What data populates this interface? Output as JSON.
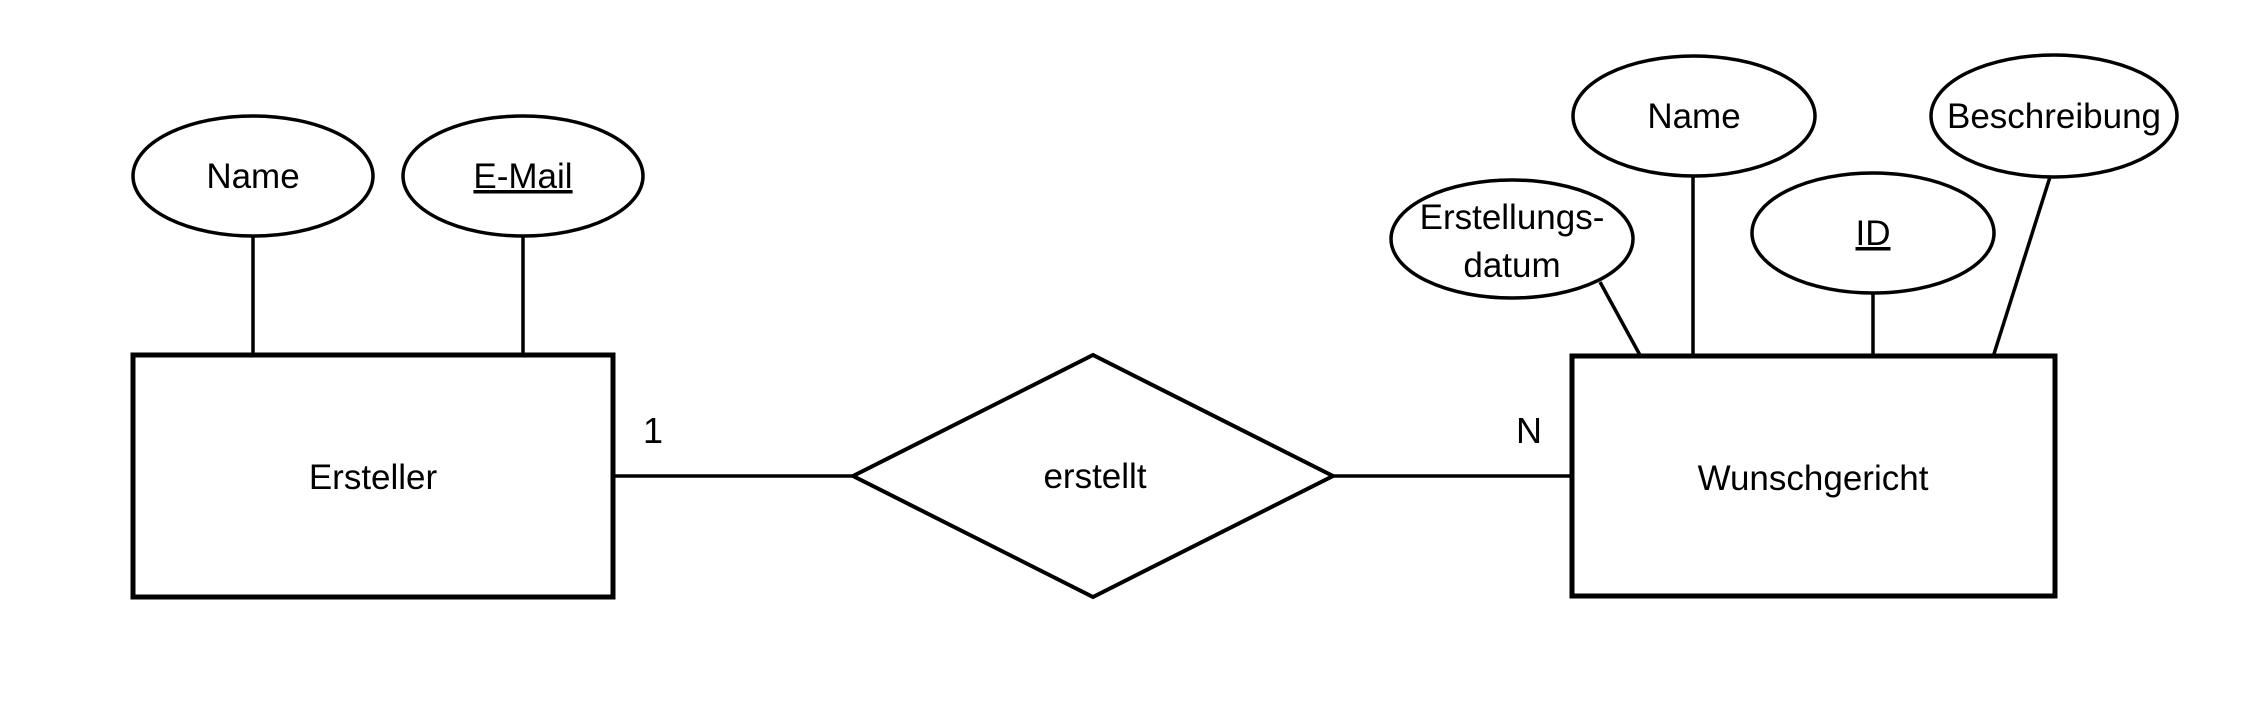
{
  "er": {
    "colors": {
      "background": "#ffffff",
      "stroke": "#000000",
      "text": "#000000"
    },
    "entities": [
      {
        "name": "Ersteller",
        "attributes": [
          {
            "label": "Name",
            "is_key": false
          },
          {
            "label": "E-Mail",
            "is_key": true
          }
        ]
      },
      {
        "name": "Wunschgericht",
        "attributes": [
          {
            "label": "Erstellungs-datum",
            "lines": [
              "Erstellungs-",
              "datum"
            ],
            "is_key": false
          },
          {
            "label": "Name",
            "is_key": false
          },
          {
            "label": "ID",
            "is_key": true
          },
          {
            "label": "Beschreibung",
            "is_key": false
          }
        ]
      }
    ],
    "relationship": {
      "name": "erstellt",
      "cardinality_left": "1",
      "cardinality_right": "N"
    }
  }
}
